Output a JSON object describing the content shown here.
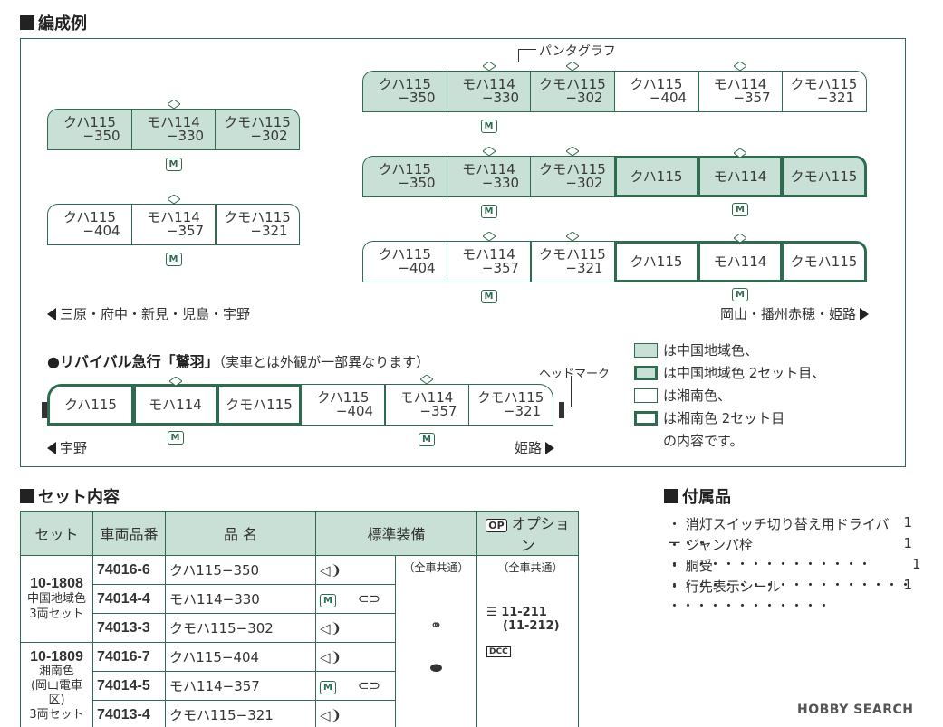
{
  "sections": {
    "formation": "編成例",
    "set_contents": "セット内容",
    "accessories": "付属品"
  },
  "pantograph_label": "パンタグラフ",
  "headmark_label": "ヘッドマーク",
  "motor_mark": "M",
  "routes": {
    "left": "三原・府中・新見・児島・宇野",
    "right": "岡山・播州赤穂・姫路",
    "revival_left": "宇野",
    "revival_right": "姫路"
  },
  "revival_title": "●リバイバル急行「鷲羽」",
  "revival_note": "（実車とは外観が一部異なります）",
  "cars": {
    "kuha": "クハ115",
    "moha": "モハ114",
    "kumoha": "クモハ115"
  },
  "nums": {
    "a1": "−350",
    "a2": "−330",
    "a3": "−302",
    "b1": "−404",
    "b2": "−357",
    "b3": "−321"
  },
  "legend": [
    "は中国地域色、",
    "は中国地域色 2セット目、",
    "は湘南色、",
    "は湘南色 2セット目",
    "の内容です。"
  ],
  "table": {
    "headers": [
      "セット",
      "車両品番",
      "品 名",
      "標準装備",
      "オプション"
    ],
    "op_badge": "OP",
    "common": "（全車共通）",
    "sets": [
      {
        "code": "10-1808",
        "desc": [
          "中国地域色",
          "3両セット"
        ]
      },
      {
        "code": "10-1809",
        "desc": [
          "湘南色",
          "(岡山電車区)",
          "3両セット"
        ]
      }
    ],
    "rows": [
      {
        "pn": "74016-6",
        "name": "クハ115−350"
      },
      {
        "pn": "74014-4",
        "name": "モハ114−330"
      },
      {
        "pn": "74013-3",
        "name": "クモハ115−302"
      },
      {
        "pn": "74016-7",
        "name": "クハ115−404"
      },
      {
        "pn": "74014-5",
        "name": "モハ114−357"
      },
      {
        "pn": "74013-4",
        "name": "クモハ115−321"
      }
    ],
    "option_light": "11-211",
    "option_light2": "(11-212)",
    "dcc": "DCC"
  },
  "accessories": [
    {
      "name": "・ 消灯スイッチ切り替え用ドライバー・・",
      "qty": "1"
    },
    {
      "name": "・ ジャンパ栓 ・・・・・・・・・・・・・・・",
      "qty": "1"
    },
    {
      "name": "・ 胴受 ・・・・・・・・・・・・・・・・・・",
      "qty": "1"
    },
    {
      "name": "・ 行先表示シール ・・・・・・・・・・・・",
      "qty": "1"
    }
  ],
  "watermark": "HOBBY SEARCH"
}
